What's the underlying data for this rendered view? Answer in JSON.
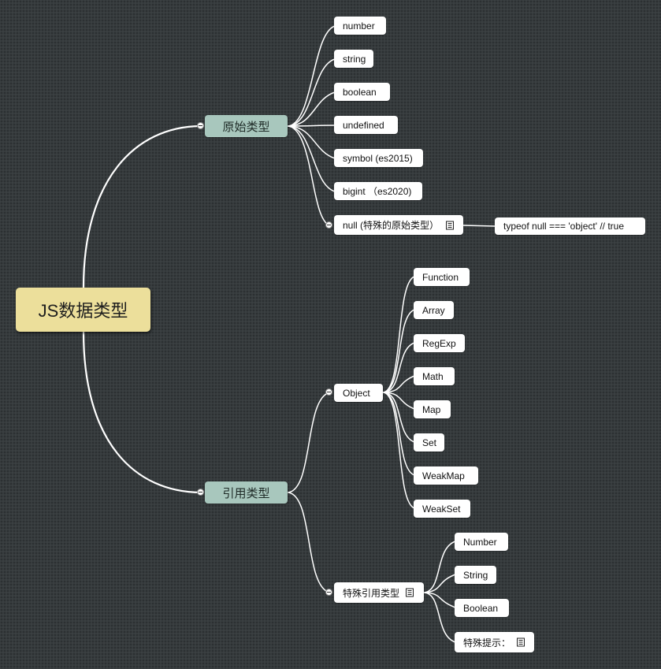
{
  "root": {
    "label": "JS数据类型"
  },
  "primitive": {
    "label": "原始类型",
    "items": [
      "number",
      "string",
      "boolean",
      "undefined",
      "symbol (es2015)",
      "bigint （es2020)"
    ],
    "null_item": {
      "label": "null (特殊的原始类型）",
      "note": "typeof null === 'object' // true"
    }
  },
  "reference": {
    "label": "引用类型",
    "object": {
      "label": "Object",
      "items": [
        "Function",
        "Array",
        "RegExp",
        "Math",
        "Map",
        "Set",
        "WeakMap",
        "WeakSet"
      ]
    },
    "special": {
      "label": "特殊引用类型",
      "items": [
        "Number",
        "String",
        "Boolean"
      ],
      "tip": "特殊提示："
    }
  },
  "colors": {
    "background": "#363b3d",
    "root_fill": "#ecdf9b",
    "branch_fill": "#a8c7bd",
    "leaf_fill": "#ffffff",
    "connector": "#ffffff"
  }
}
